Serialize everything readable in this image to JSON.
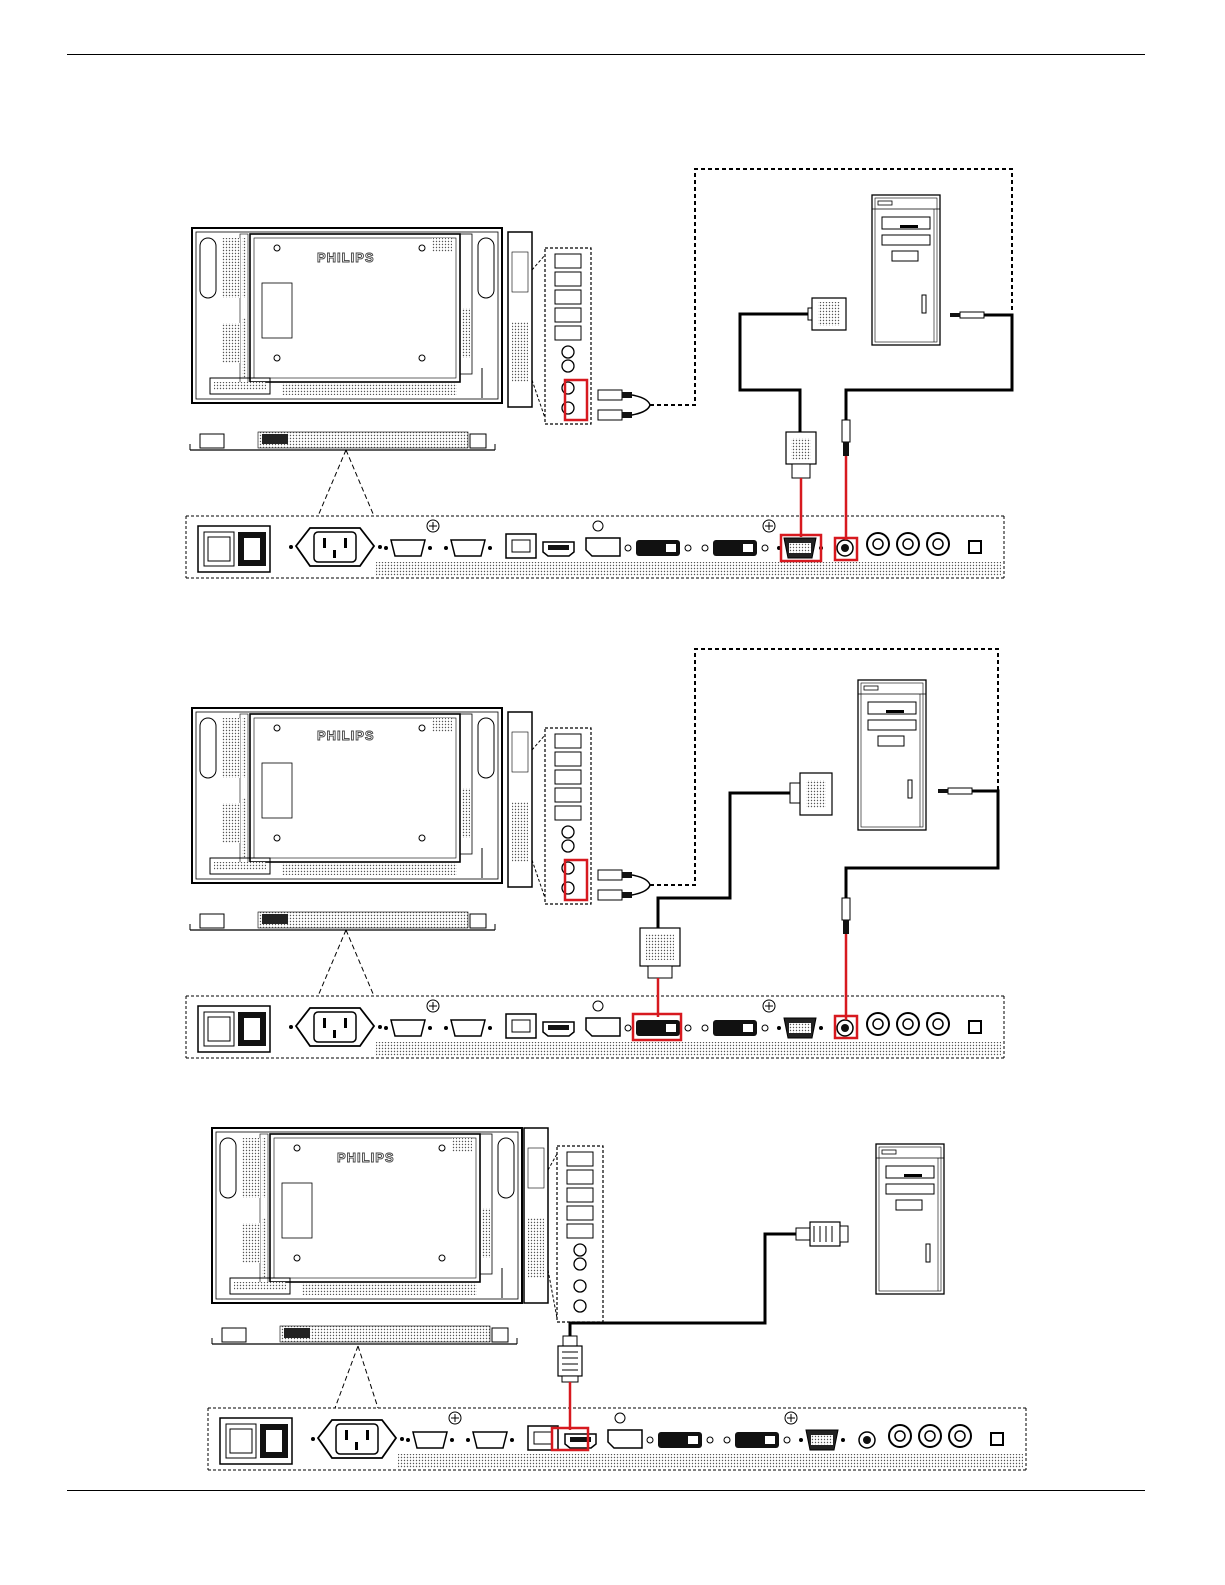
{
  "document": {
    "brand_logo": "PHILIPS"
  },
  "diagrams": [
    {
      "id": "vga",
      "connection": "VGA + audio",
      "highlighted_port": "VGA IN",
      "audio": true,
      "audio_out": true
    },
    {
      "id": "dvi",
      "connection": "DVI + audio",
      "highlighted_port": "DVI-I IN",
      "audio": true,
      "audio_out": true
    },
    {
      "id": "hdmi",
      "connection": "HDMI",
      "highlighted_port": "HDMI IN",
      "audio": false,
      "audio_out": false
    }
  ],
  "colors": {
    "line": "#000000",
    "highlight": "#d7191f",
    "hatch": "#7a7a7a",
    "fill": "#ffffff"
  },
  "icons": [
    "display-rear-icon",
    "computer-tower-icon",
    "vga-connector-icon",
    "dvi-connector-icon",
    "hdmi-connector-icon",
    "audio-jack-icon",
    "rca-plug-icon"
  ]
}
